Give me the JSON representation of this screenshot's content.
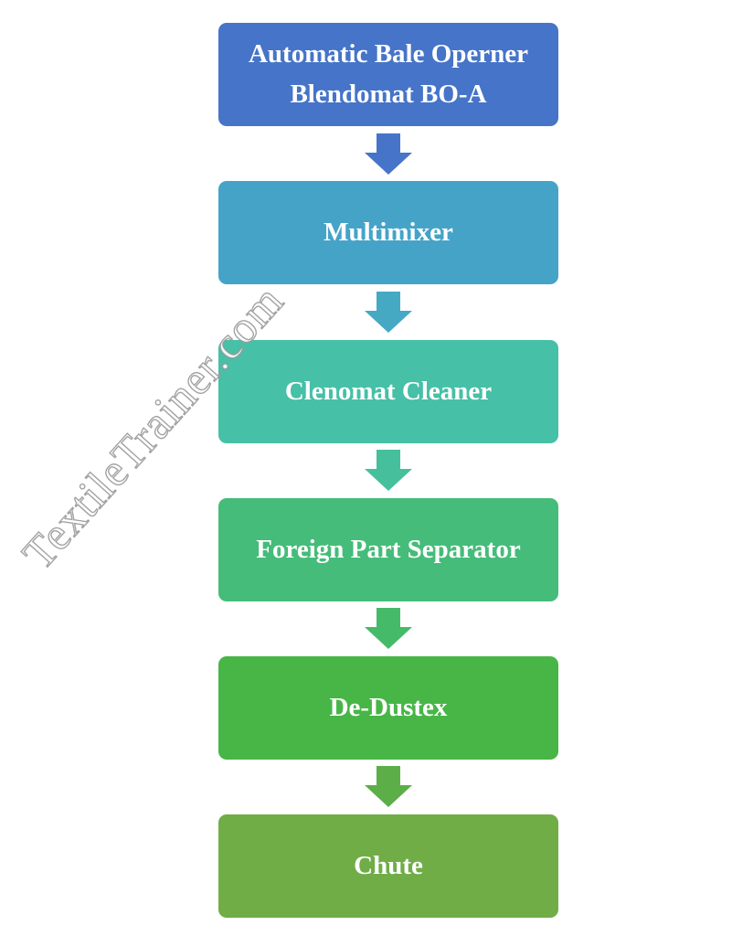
{
  "steps": [
    {
      "label": "Automatic Bale Operner\nBlendomat BO-A",
      "color": "#4674c8"
    },
    {
      "label": "Multimixer",
      "color": "#46a3c8"
    },
    {
      "label": "Clenomat Cleaner",
      "color": "#46c0a6"
    },
    {
      "label": "Foreign Part Separator",
      "color": "#45bc79"
    },
    {
      "label": "De-Dustex",
      "color": "#47b647"
    },
    {
      "label": "Chute",
      "color": "#70ad47"
    }
  ],
  "arrows": [
    {
      "color": "#4674c8"
    },
    {
      "color": "#46a9c4"
    },
    {
      "color": "#46bf9c"
    },
    {
      "color": "#45ba68"
    },
    {
      "color": "#5cae48"
    }
  ],
  "watermark": "TextileTrainer.com"
}
